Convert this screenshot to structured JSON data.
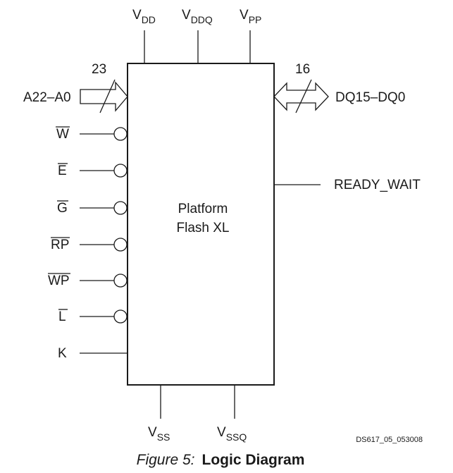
{
  "chip": {
    "name_line1": "Platform",
    "name_line2": "Flash XL"
  },
  "power_top": [
    {
      "base": "V",
      "sub": "DD"
    },
    {
      "base": "V",
      "sub": "DDQ"
    },
    {
      "base": "V",
      "sub": "PP"
    }
  ],
  "power_bottom": [
    {
      "base": "V",
      "sub": "SS"
    },
    {
      "base": "V",
      "sub": "SSQ"
    }
  ],
  "address_bus": {
    "label": "A22–A0",
    "width": "23"
  },
  "data_bus": {
    "label": "DQ15–DQ0",
    "width": "16"
  },
  "control_inputs": [
    {
      "label": "W",
      "active_low": true
    },
    {
      "label": "E",
      "active_low": true
    },
    {
      "label": "G",
      "active_low": true
    },
    {
      "label": "RP",
      "active_low": true
    },
    {
      "label": "WP",
      "active_low": true
    },
    {
      "label": "L",
      "active_low": true
    },
    {
      "label": "K",
      "active_low": false
    }
  ],
  "outputs": [
    {
      "label": "READY_WAIT"
    }
  ],
  "figure_id": "DS617_05_053008",
  "caption": {
    "prefix": "Figure 5:",
    "title": "Logic Diagram"
  }
}
